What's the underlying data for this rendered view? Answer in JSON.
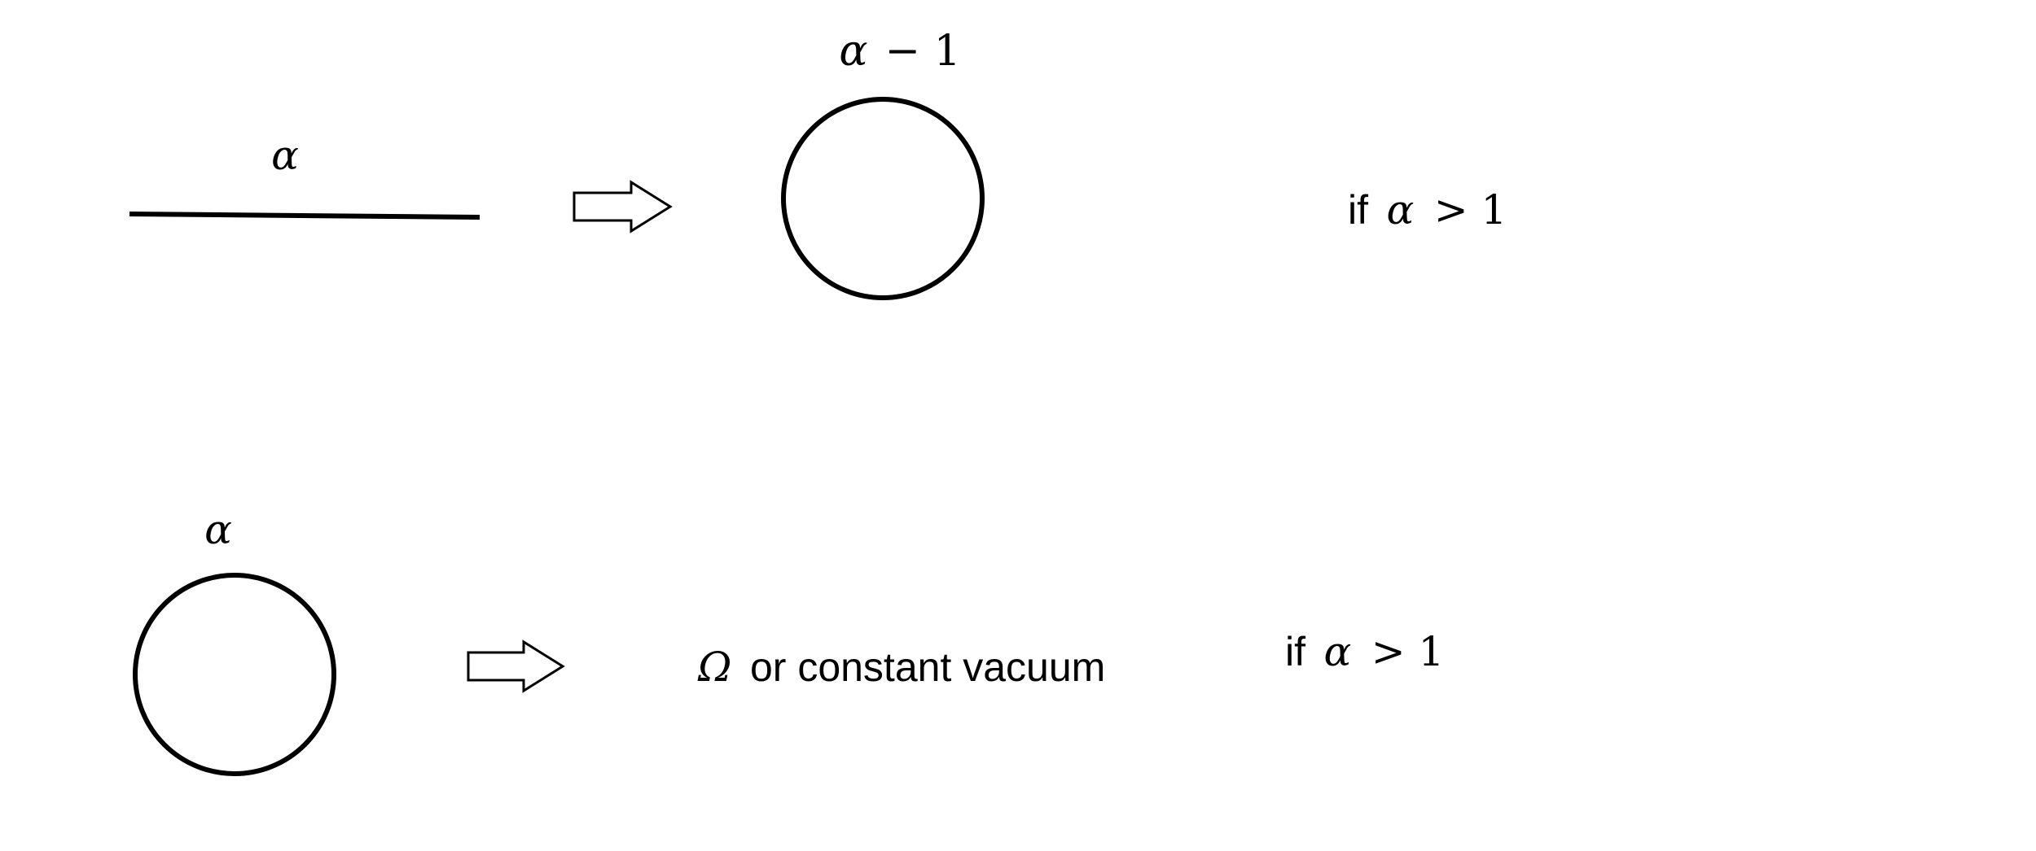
{
  "row1": {
    "line_label": "α",
    "circle_label_var": "α",
    "circle_label_rest": "− 1",
    "cond_if": "if",
    "cond_var": "α",
    "cond_rest": "> 1"
  },
  "row2": {
    "circle_label": "α",
    "result_symbol": "Ω",
    "result_text": "or constant vacuum",
    "cond_if": "if",
    "cond_var": "α",
    "cond_rest": "> 1"
  }
}
